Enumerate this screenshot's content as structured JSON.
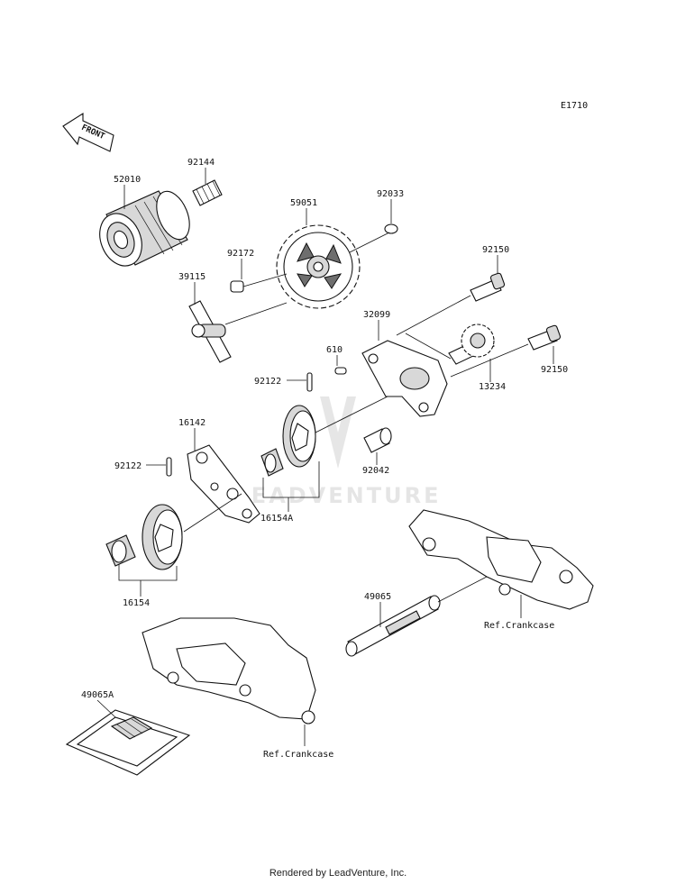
{
  "diagram_code": "E1710",
  "front_arrow_text": "FRONT",
  "watermark_text": "LEADVENTURE",
  "footer_text": "Rendered by LeadVenture, Inc.",
  "labels": {
    "p52010": "52010",
    "p92144": "92144",
    "p59051": "59051",
    "p92033": "92033",
    "p92172": "92172",
    "p39115": "39115",
    "p92150a": "92150",
    "p32099": "32099",
    "p610": "610",
    "p92150b": "92150",
    "p92122a": "92122",
    "p13234": "13234",
    "p16142": "16142",
    "p92042": "92042",
    "p92122b": "92122",
    "p16154A": "16154A",
    "p16154": "16154",
    "p49065": "49065",
    "ref_crankcase_right": "Ref.Crankcase",
    "p49065A": "49065A",
    "ref_crankcase_bottom": "Ref.Crankcase"
  }
}
